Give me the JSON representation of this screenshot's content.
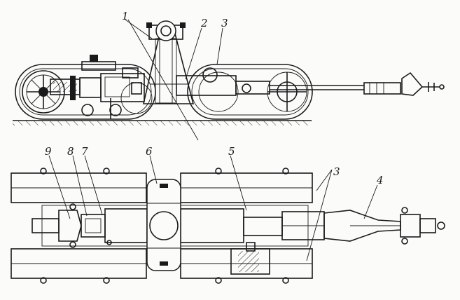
{
  "callouts": {
    "c1": "1",
    "c2": "2",
    "c3_top": "3",
    "c3_bottom": "3",
    "c4": "4",
    "c5": "5",
    "c6": "6",
    "c7": "7",
    "c8": "8",
    "c9": "9"
  },
  "colors": {
    "ink": "#1a1a1a",
    "paper": "#fbfbf9"
  }
}
